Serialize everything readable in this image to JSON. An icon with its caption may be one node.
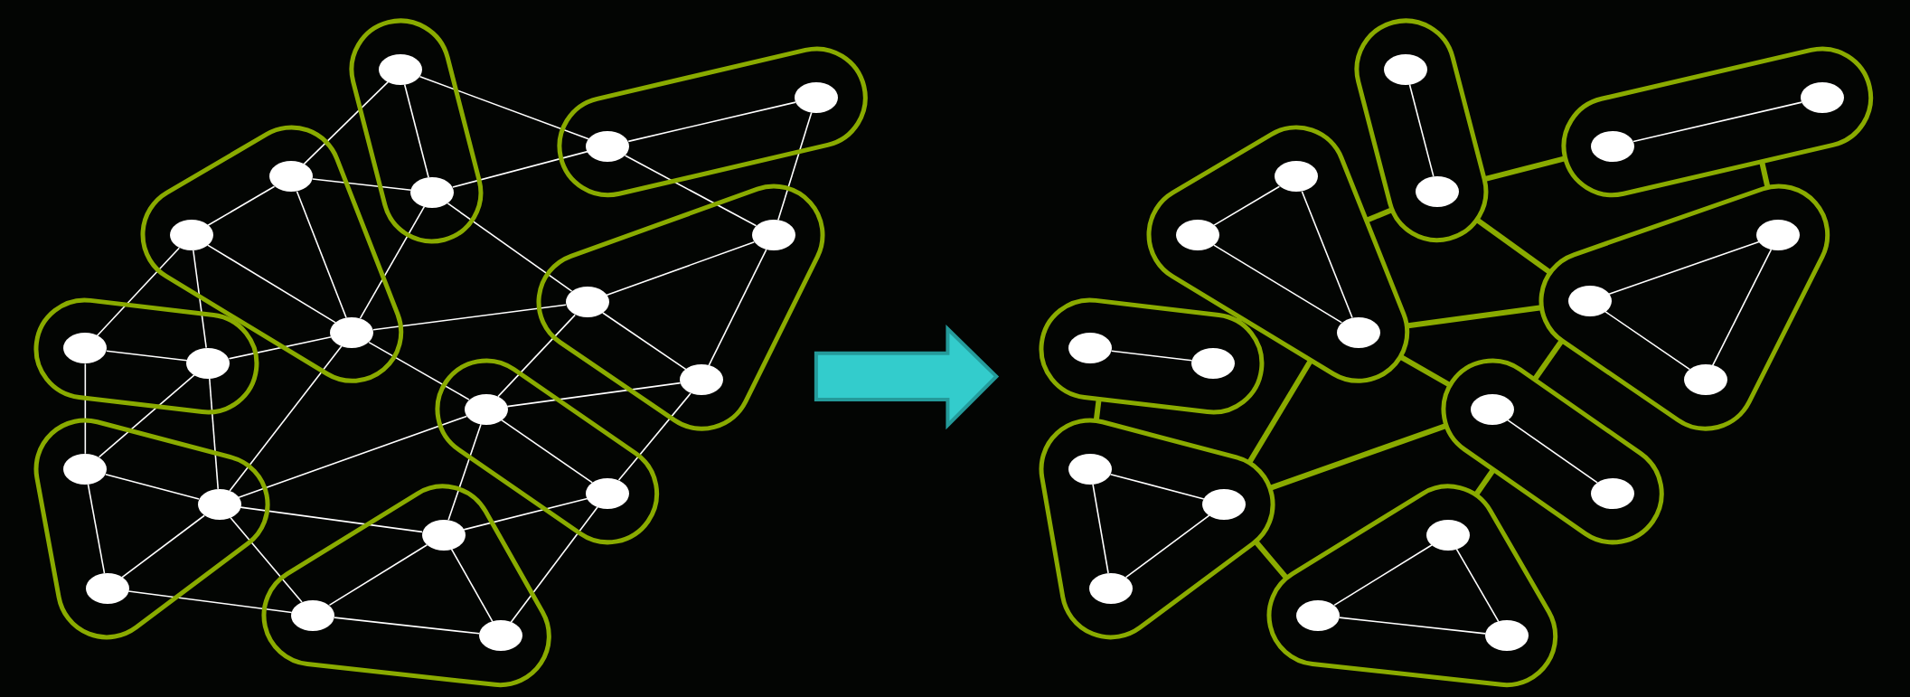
{
  "diagram": {
    "nodes": [
      {
        "text": [],
        "shape": "blob"
      },
      {
        "text": [],
        "shape": "ellipse",
        "in": 0
      },
      {
        "text": [],
        "shape": "ellipse",
        "in": 0
      },
      {
        "text": [],
        "shape": "blob"
      },
      {
        "text": [],
        "shape": "ellipse",
        "in": 3
      },
      {
        "text": [],
        "shape": "ellipse",
        "in": 3
      },
      {
        "text": [],
        "shape": "blob"
      },
      {
        "text": [],
        "shape": "ellipse",
        "in": 6
      },
      {
        "text": [],
        "shape": "ellipse",
        "in": 6
      },
      {
        "text": [],
        "shape": "ellipse",
        "in": 6
      },
      {
        "text": [],
        "shape": "blob"
      },
      {
        "text": [],
        "shape": "ellipse",
        "in": 10
      },
      {
        "text": [],
        "shape": "ellipse",
        "in": 10
      },
      {
        "text": [],
        "shape": "ellipse",
        "in": 10
      },
      {
        "text": [],
        "shape": "blob"
      },
      {
        "text": [],
        "shape": "ellipse",
        "in": 14
      },
      {
        "text": [],
        "shape": "ellipse",
        "in": 14
      },
      {
        "text": [],
        "shape": "blob"
      },
      {
        "text": [],
        "shape": "ellipse",
        "in": 17
      },
      {
        "text": [],
        "shape": "ellipse",
        "in": 17
      },
      {
        "text": [],
        "shape": "ellipse",
        "in": 17
      },
      {
        "text": [],
        "shape": "blob"
      },
      {
        "text": [],
        "shape": "ellipse",
        "in": 21
      },
      {
        "text": [],
        "shape": "ellipse",
        "in": 21
      },
      {
        "text": [],
        "shape": "blob"
      },
      {
        "text": [],
        "shape": "ellipse",
        "in": 24
      },
      {
        "text": [],
        "shape": "ellipse",
        "in": 24
      },
      {
        "text": [],
        "shape": "ellipse",
        "in": 24
      },
      {
        "text": [],
        "shape": "blob"
      },
      {
        "text": [],
        "shape": "ellipse",
        "in": 28
      },
      {
        "text": [],
        "shape": "ellipse",
        "in": 28
      },
      {
        "text": [],
        "shape": "blob"
      },
      {
        "text": [],
        "shape": "ellipse",
        "in": 31
      },
      {
        "text": [],
        "shape": "ellipse",
        "in": 31
      },
      {
        "text": [],
        "shape": "blob"
      },
      {
        "text": [],
        "shape": "ellipse",
        "in": 34
      },
      {
        "text": [],
        "shape": "ellipse",
        "in": 34
      },
      {
        "text": [],
        "shape": "ellipse",
        "in": 34
      },
      {
        "text": [],
        "shape": "blob"
      },
      {
        "text": [],
        "shape": "ellipse",
        "in": 38
      },
      {
        "text": [],
        "shape": "ellipse",
        "in": 38
      },
      {
        "text": [],
        "shape": "ellipse",
        "in": 38
      },
      {
        "text": [],
        "shape": "blob"
      },
      {
        "text": [],
        "shape": "ellipse",
        "in": 42
      },
      {
        "text": [],
        "shape": "ellipse",
        "in": 42
      },
      {
        "text": [],
        "shape": "blob"
      },
      {
        "text": [],
        "shape": "ellipse",
        "in": 45
      },
      {
        "text": [],
        "shape": "ellipse",
        "in": 45
      },
      {
        "text": [],
        "shape": "ellipse",
        "in": 45
      },
      {
        "text": [],
        "shape": "blob"
      },
      {
        "text": [],
        "shape": "ellipse",
        "in": 49
      },
      {
        "text": [],
        "shape": "ellipse",
        "in": 49
      },
      {
        "text": [],
        "shape": "blob"
      },
      {
        "text": [],
        "shape": "ellipse",
        "in": 52
      },
      {
        "text": [],
        "shape": "ellipse",
        "in": 52
      },
      {
        "text": [],
        "shape": "ellipse",
        "in": 52
      }
    ],
    "edges": [
      {
        "from": 1,
        "to": 2,
        "arrow": "none"
      },
      {
        "from": 1,
        "to": 7,
        "arrow": "none"
      },
      {
        "from": 1,
        "to": 4,
        "arrow": "none"
      },
      {
        "from": 4,
        "to": 5,
        "arrow": "none"
      },
      {
        "from": 5,
        "to": 12,
        "arrow": "none"
      },
      {
        "from": 4,
        "to": 2,
        "arrow": "none"
      },
      {
        "from": 4,
        "to": 12,
        "arrow": "none"
      },
      {
        "from": 7,
        "to": 2,
        "arrow": "none"
      },
      {
        "from": 7,
        "to": 8,
        "arrow": "none"
      },
      {
        "from": 7,
        "to": 9,
        "arrow": "none"
      },
      {
        "from": 2,
        "to": 9,
        "arrow": "none"
      },
      {
        "from": 2,
        "to": 11,
        "arrow": "none"
      },
      {
        "from": 8,
        "to": 9,
        "arrow": "none"
      },
      {
        "from": 8,
        "to": 15,
        "arrow": "none"
      },
      {
        "from": 8,
        "to": 16,
        "arrow": "none"
      },
      {
        "from": 9,
        "to": 11,
        "arrow": "none"
      },
      {
        "from": 9,
        "to": 16,
        "arrow": "none"
      },
      {
        "from": 9,
        "to": 22,
        "arrow": "none"
      },
      {
        "from": 11,
        "to": 12,
        "arrow": "none"
      },
      {
        "from": 11,
        "to": 13,
        "arrow": "none"
      },
      {
        "from": 12,
        "to": 13,
        "arrow": "none"
      },
      {
        "from": 11,
        "to": 22,
        "arrow": "none"
      },
      {
        "from": 15,
        "to": 16,
        "arrow": "none"
      },
      {
        "from": 15,
        "to": 18,
        "arrow": "none"
      },
      {
        "from": 16,
        "to": 18,
        "arrow": "none"
      },
      {
        "from": 16,
        "to": 19,
        "arrow": "none"
      },
      {
        "from": 9,
        "to": 19,
        "arrow": "none"
      },
      {
        "from": 22,
        "to": 13,
        "arrow": "none"
      },
      {
        "from": 22,
        "to": 23,
        "arrow": "none"
      },
      {
        "from": 22,
        "to": 19,
        "arrow": "none"
      },
      {
        "from": 22,
        "to": 25,
        "arrow": "none"
      },
      {
        "from": 13,
        "to": 23,
        "arrow": "none"
      },
      {
        "from": 18,
        "to": 19,
        "arrow": "none"
      },
      {
        "from": 18,
        "to": 20,
        "arrow": "none"
      },
      {
        "from": 19,
        "to": 20,
        "arrow": "none"
      },
      {
        "from": 19,
        "to": 25,
        "arrow": "none"
      },
      {
        "from": 19,
        "to": 26,
        "arrow": "none"
      },
      {
        "from": 25,
        "to": 26,
        "arrow": "none"
      },
      {
        "from": 25,
        "to": 27,
        "arrow": "none"
      },
      {
        "from": 25,
        "to": 23,
        "arrow": "none"
      },
      {
        "from": 23,
        "to": 27,
        "arrow": "none"
      },
      {
        "from": 20,
        "to": 26,
        "arrow": "none"
      },
      {
        "from": 26,
        "to": 27,
        "arrow": "none"
      },
      {
        "from": 29,
        "to": 30,
        "arrow": "none"
      },
      {
        "from": 32,
        "to": 33,
        "arrow": "none"
      },
      {
        "from": 35,
        "to": 36,
        "arrow": "none"
      },
      {
        "from": 36,
        "to": 37,
        "arrow": "none"
      },
      {
        "from": 35,
        "to": 37,
        "arrow": "none"
      },
      {
        "from": 39,
        "to": 40,
        "arrow": "none"
      },
      {
        "from": 39,
        "to": 41,
        "arrow": "none"
      },
      {
        "from": 40,
        "to": 41,
        "arrow": "none"
      },
      {
        "from": 43,
        "to": 44,
        "arrow": "none"
      },
      {
        "from": 46,
        "to": 47,
        "arrow": "none"
      },
      {
        "from": 46,
        "to": 48,
        "arrow": "none"
      },
      {
        "from": 47,
        "to": 48,
        "arrow": "none"
      },
      {
        "from": 50,
        "to": 51,
        "arrow": "none"
      },
      {
        "from": 53,
        "to": 54,
        "arrow": "none"
      },
      {
        "from": 53,
        "to": 55,
        "arrow": "none"
      },
      {
        "from": 54,
        "to": 55,
        "arrow": "none"
      },
      {
        "from": 28,
        "to": 31,
        "arrow": "none",
        "style": "thick",
        "color": "#8aab00"
      },
      {
        "from": 28,
        "to": 34,
        "arrow": "none",
        "style": "thick",
        "color": "#8aab00"
      },
      {
        "from": 28,
        "to": 38,
        "arrow": "none",
        "style": "thick",
        "color": "#8aab00"
      },
      {
        "from": 31,
        "to": 38,
        "arrow": "none",
        "style": "thick",
        "color": "#8aab00"
      },
      {
        "from": 34,
        "to": 42,
        "arrow": "none",
        "style": "thick",
        "color": "#8aab00"
      },
      {
        "from": 34,
        "to": 38,
        "arrow": "none",
        "style": "thick",
        "color": "#8aab00"
      },
      {
        "from": 34,
        "to": 49,
        "arrow": "none",
        "style": "thick",
        "color": "#8aab00"
      },
      {
        "from": 34,
        "to": 45,
        "arrow": "none",
        "style": "thick",
        "color": "#8aab00"
      },
      {
        "from": 42,
        "to": 45,
        "arrow": "none",
        "style": "thick",
        "color": "#8aab00"
      },
      {
        "from": 45,
        "to": 49,
        "arrow": "none",
        "style": "thick",
        "color": "#8aab00"
      },
      {
        "from": 45,
        "to": 52,
        "arrow": "none",
        "style": "thick",
        "color": "#8aab00"
      },
      {
        "from": 38,
        "to": 49,
        "arrow": "none",
        "style": "thick",
        "color": "#8aab00"
      },
      {
        "from": 49,
        "to": 52,
        "arrow": "none",
        "style": "thick",
        "color": "#8aab00"
      }
    ]
  }
}
